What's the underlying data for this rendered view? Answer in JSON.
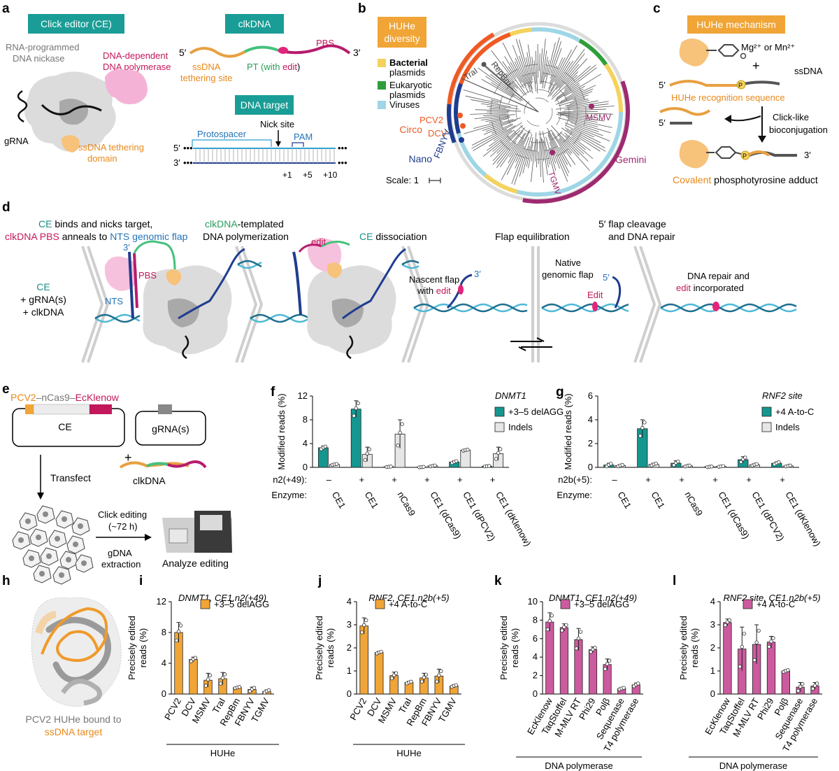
{
  "colors": {
    "teal_box": "#1a9d96",
    "orange": "#f0a536",
    "orange_text": "#e8891a",
    "magenta": "#c2185b",
    "magenta_bar": "#cc5a9e",
    "teal_bar": "#15968f",
    "gray_bar": "#e6e6e6",
    "cyan": "#4fb9d6",
    "navy": "#1f3c8f",
    "yellow": "#f4d25d",
    "green": "#2e9e3a",
    "light_blue": "#9fd6e6",
    "red_orange": "#ef5a24"
  },
  "panels": {
    "a": {
      "letter": "a",
      "ce_box": "Click editor (CE)",
      "nickase": [
        "RNA-programmed",
        "DNA nickase"
      ],
      "polymerase": [
        "DNA-dependent",
        "DNA polymerase"
      ],
      "grna": "gRNA",
      "tether": [
        "ssDNA tethering",
        "domain"
      ],
      "clkdna_box": "clkDNA",
      "five": "5′",
      "three": "3′",
      "pbs": "PBS",
      "ssdna_site": [
        "ssDNA",
        "tethering site"
      ],
      "pt_pre": "PT (with ",
      "pt_edit": "edit",
      "pt_post": ")",
      "target_box": "DNA target",
      "nick_site": "Nick site",
      "protospacer": "Protospacer",
      "pam": "PAM",
      "ticks": [
        "+1",
        "+5",
        "+10"
      ]
    },
    "b": {
      "letter": "b",
      "box": [
        "HUHe",
        "diversity"
      ],
      "legend": [
        {
          "line1": "Bacterial",
          "line2": "plasmids",
          "color": "#f4d25d"
        },
        {
          "line1": "Eukaryotic",
          "line2": "plasmids",
          "color": "#2e9e3a"
        },
        {
          "line1": "Viruses",
          "line2": "",
          "color": "#9fd6e6"
        }
      ],
      "scale": "Scale: 1",
      "labels": {
        "tral": "TraI",
        "repbm": "RepBm",
        "pcv2": "PCV2",
        "dcv": "DCV",
        "fbnyv": "FBNYV",
        "msmv": "MSMV",
        "tgmv": "TGMV",
        "circo": "Circo",
        "nano": "Nano",
        "gemini": "Gemini"
      }
    },
    "c": {
      "letter": "c",
      "box": "HUHe mechanism",
      "metal": "Mg²⁺ or Mn²⁺",
      "plus": "+",
      "ssdna": "ssDNA",
      "recognition": "HUHe recognition sequence",
      "click": [
        "Click-like",
        "bioconjugation"
      ],
      "five": "5′",
      "three": "3′",
      "p": "P",
      "adduct_a": "Covalent",
      "adduct_b": " phosphotyrosine adduct"
    },
    "d": {
      "letter": "d",
      "col1_a": "CE",
      "col1_b": " binds and nicks target,",
      "col1_c": "clkDNA PBS",
      "col1_d": " anneals to ",
      "col1_e": "NTS genomic flap",
      "col2_a": "clkDNA",
      "col2_b": "-templated",
      "col2_c": "DNA polymerization",
      "col3_a": "CE",
      "col3_b": " dissociation",
      "col4": "Flap equilibration",
      "col5": [
        "5′ flap cleavage",
        "and DNA repair"
      ],
      "start": [
        "CE",
        "+ gRNA(s)",
        "+ clkDNA"
      ],
      "three": "3′",
      "five": "5′",
      "pbs": "PBS",
      "nts": "NTS",
      "edit": "edit",
      "nascent": [
        "Nascent flap",
        "with ",
        "edit"
      ],
      "native": [
        "Native",
        "genomic flap"
      ],
      "edit_cap": "Edit",
      "repair": [
        "DNA repair and",
        "edit",
        " incorporated"
      ]
    },
    "e": {
      "letter": "e",
      "construct_a": "PCV2",
      "construct_b": "–nCas9–",
      "construct_c": "EcKlenow",
      "ce": "CE",
      "grna": "gRNA(s)",
      "plus": "+",
      "clkdna": "clkDNA",
      "transfect": "Transfect",
      "click": [
        "Click editing",
        "(~72 h)"
      ],
      "gdna": [
        "gDNA",
        "extraction"
      ],
      "analyze": "Analyze editing"
    },
    "h": {
      "letter": "h",
      "caption1": "PCV2 HUHe bound to",
      "caption2": "ssDNA target"
    }
  },
  "chart_data": [
    {
      "id": "f",
      "letter": "f",
      "type": "bar",
      "title": "DNMT1",
      "ylabel": "Modified reads (%)",
      "ylim": [
        0,
        12
      ],
      "yticks": [
        0,
        4,
        8,
        12
      ],
      "categories": [
        "CE1",
        "CE1",
        "nCas9",
        "CE1 (dCas9)",
        "CE1 (dPCV2)",
        "CE1 (dKlenow)"
      ],
      "row1_label": "n2(+49):",
      "row1": [
        "–",
        "+",
        "+",
        "+",
        "+",
        "+"
      ],
      "row2_label": "Enzyme:",
      "series": [
        {
          "name": "+3–5 delAGG",
          "color": "#15968f",
          "values": [
            3.3,
            9.8,
            0.1,
            0.05,
            0.9,
            0.2
          ],
          "errors": [
            0.3,
            1.4,
            0.05,
            0.05,
            0.2,
            0.05
          ]
        },
        {
          "name": "Indels",
          "color": "#e6e6e6",
          "values": [
            0.5,
            2.2,
            5.6,
            0.25,
            2.9,
            2.3
          ],
          "errors": [
            0.1,
            1.2,
            2.4,
            0.1,
            0.1,
            1.1
          ]
        }
      ]
    },
    {
      "id": "g",
      "letter": "g",
      "type": "bar",
      "title": "RNF2 site",
      "ylabel": "Modified reads (%)",
      "ylim": [
        0,
        6
      ],
      "yticks": [
        0,
        2,
        4,
        6
      ],
      "categories": [
        "CE1",
        "CE1",
        "nCas9",
        "CE1 (dCas9)",
        "CE1 (dPCV2)",
        "CE1 (dKlenow)"
      ],
      "row1_label": "n2b(+5):",
      "row1": [
        "–",
        "+",
        "+",
        "+",
        "+",
        "+"
      ],
      "row2_label": "Enzyme:",
      "series": [
        {
          "name": "+4 A-to-C",
          "color": "#15968f",
          "values": [
            0.2,
            3.25,
            0.35,
            0.05,
            0.65,
            0.35
          ],
          "errors": [
            0.15,
            0.75,
            0.2,
            0.03,
            0.25,
            0.12
          ]
        },
        {
          "name": "Indels",
          "color": "#e6e6e6",
          "values": [
            0.15,
            0.25,
            0.12,
            0.08,
            0.22,
            0.12
          ],
          "errors": [
            0.08,
            0.1,
            0.05,
            0.04,
            0.08,
            0.05
          ]
        }
      ]
    },
    {
      "id": "i",
      "letter": "i",
      "type": "bar",
      "title": "DNMT1, CE1.n2(+49)",
      "ylabel": "Precisely edited reads (%)",
      "ylim": [
        0,
        12
      ],
      "yticks": [
        0,
        4,
        8,
        12
      ],
      "categories": [
        "PCV2",
        "DCV",
        "MSMV",
        "TraI",
        "RepBm",
        "FBNYV",
        "TGMV"
      ],
      "xlabel": "HUHe",
      "series": [
        {
          "name": "+3–5 delAGG",
          "color": "#f0a536",
          "values": [
            8.0,
            4.5,
            1.8,
            2.0,
            0.85,
            0.6,
            0.35
          ],
          "errors": [
            1.3,
            0.3,
            0.9,
            0.8,
            0.1,
            0.3,
            0.2
          ]
        }
      ]
    },
    {
      "id": "j",
      "letter": "j",
      "type": "bar",
      "title": "RNF2, CE1.n2b(+5)",
      "ylabel": "Precisely edited reads (%)",
      "ylim": [
        0,
        4
      ],
      "yticks": [
        0,
        1,
        2,
        3,
        4
      ],
      "categories": [
        "PCV2",
        "DCV",
        "MSMV",
        "TraI",
        "RepBm",
        "FBNYV",
        "TGMV"
      ],
      "xlabel": "HUHe",
      "series": [
        {
          "name": "+4 A-to-C",
          "color": "#f0a536",
          "values": [
            2.95,
            1.8,
            0.8,
            0.5,
            0.7,
            0.78,
            0.35
          ],
          "errors": [
            0.35,
            0.05,
            0.15,
            0.05,
            0.2,
            0.3,
            0.05
          ]
        }
      ]
    },
    {
      "id": "k",
      "letter": "k",
      "type": "bar",
      "title": "DNMT1, CE1.n2(+49)",
      "ylabel": "Precisely edited reads (%)",
      "ylim": [
        0,
        10
      ],
      "yticks": [
        0,
        2,
        4,
        6,
        8,
        10
      ],
      "categories": [
        "EcKlenow",
        "TaqStoffel",
        "M-MLV RT",
        "Phi29",
        "Polβ",
        "Sequenase",
        "T4 polymerase"
      ],
      "xlabel": "DNA polymerase",
      "series": [
        {
          "name": "+3–5 delAGG",
          "color": "#cc5a9e",
          "values": [
            7.8,
            7.2,
            5.9,
            4.8,
            3.2,
            0.6,
            1.0
          ],
          "errors": [
            1.0,
            0.4,
            1.2,
            0.3,
            0.6,
            0.1,
            0.2
          ]
        }
      ]
    },
    {
      "id": "l",
      "letter": "l",
      "type": "bar",
      "title": "RNF2 site, CE1.n2b(+5)",
      "ylabel": "Precisely edited reads (%)",
      "ylim": [
        0,
        4
      ],
      "yticks": [
        0,
        1,
        2,
        3,
        4
      ],
      "categories": [
        "EcKlenow",
        "TaqStoffel",
        "M-MLV RT",
        "Phi29",
        "Polβ",
        "Sequenase",
        "T4 polymerase"
      ],
      "xlabel": "DNA polymerase",
      "series": [
        {
          "name": "+4 A-to-C",
          "color": "#cc5a9e",
          "values": [
            3.1,
            1.95,
            2.15,
            2.25,
            1.0,
            0.3,
            0.35
          ],
          "errors": [
            0.15,
            0.95,
            0.85,
            0.25,
            0.05,
            0.2,
            0.15
          ]
        }
      ]
    }
  ]
}
